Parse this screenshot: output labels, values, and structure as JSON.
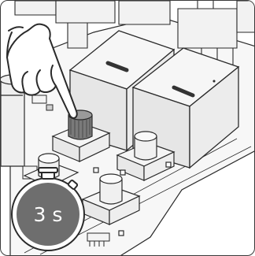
{
  "timer": {
    "label": "3 s",
    "icon": "stopwatch-icon",
    "fill_color": "#6e6e6e"
  },
  "instruction": {
    "gesture": "press-and-hold",
    "target": "push-button"
  },
  "colors": {
    "line": "#2a2a2a",
    "relay_fill": "#e9e9e9",
    "board_fill": "#f7f7f7",
    "button_fill": "#f2f2f2",
    "pressed_cap": "#7a7a7a"
  }
}
